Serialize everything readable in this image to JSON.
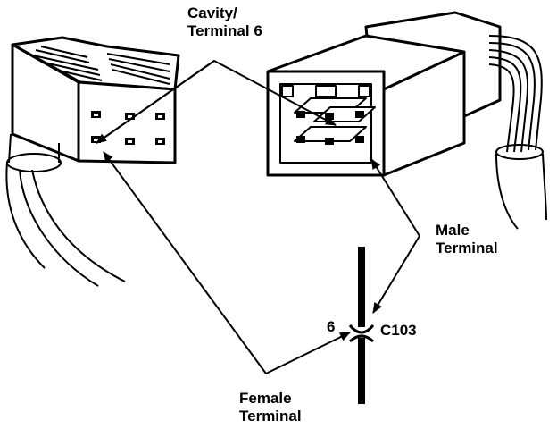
{
  "labels": {
    "cavity_line1": "Cavity/",
    "cavity_line2": "Terminal 6",
    "male_line1": "Male",
    "male_line2": "Terminal",
    "female_line1": "Female",
    "female_line2": "Terminal",
    "pin_number": "6",
    "connector_id": "C103"
  },
  "colors": {
    "ink": "#000000",
    "paper": "#ffffff"
  }
}
